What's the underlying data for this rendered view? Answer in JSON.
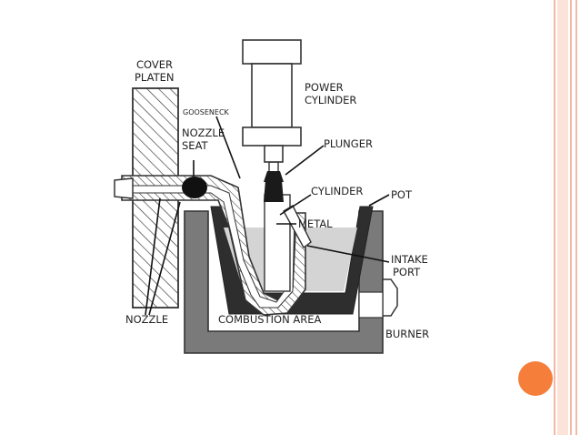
{
  "slide": {
    "background": "#ffffff",
    "stripe_color": "#f4b9a6",
    "accent_circle_color": "#f57f3a"
  },
  "diagram": {
    "labels": {
      "cover_platen_1": "COVER",
      "cover_platen_2": "PLATEN",
      "gooseneck": "GOOSENECK",
      "nozzle_seat_1": "NOZZLE",
      "nozzle_seat_2": "SEAT",
      "power_cylinder_1": "POWER",
      "power_cylinder_2": "CYLINDER",
      "plunger": "PLUNGER",
      "cylinder": "CYLINDER",
      "pot": "POT",
      "metal": "METAL",
      "intake_port_1": "INTAKE",
      "intake_port_2": "PORT",
      "nozzle": "NOZZLE",
      "combustion_area": "COMBUSTION AREA",
      "burner": "BURNER"
    },
    "colors": {
      "furnace": "#7a7a7a",
      "pot_wall": "#2e2e2e",
      "molten_metal": "#d4d4d4",
      "machine_body": "#ffffff",
      "outline": "#333333",
      "plunger_tip": "#1a1a1a"
    }
  }
}
